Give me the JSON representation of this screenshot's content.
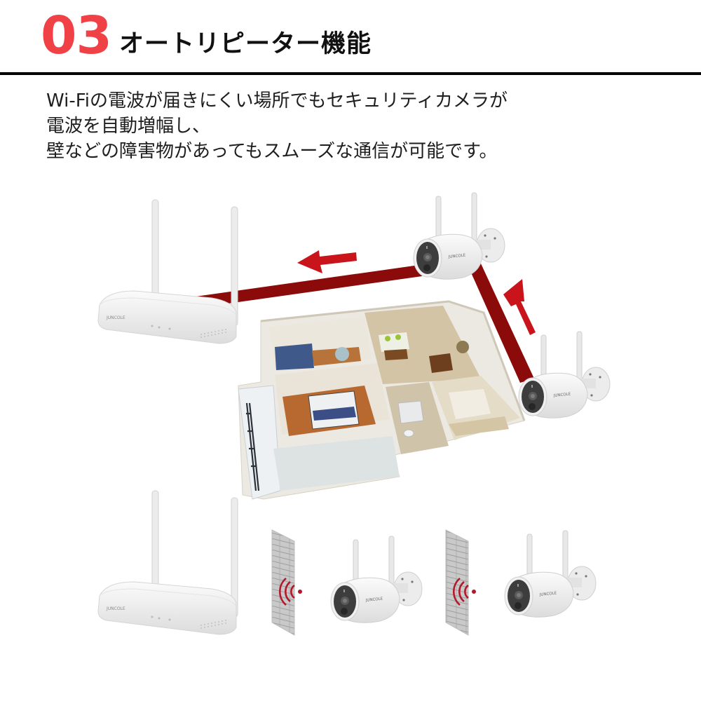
{
  "header": {
    "section_number": "03",
    "title": "オートリピーター機能"
  },
  "description": {
    "lines": [
      "Wi-Fiの電波が届きにくい場所でもセキュリティカメラが",
      "電波を自動増幅し、",
      "壁などの障害物があってもスムーズな通信が可能です。"
    ]
  },
  "illustration": {
    "top_scene": {
      "devices": [
        "nvr-router",
        "camera-repeater",
        "camera-far"
      ],
      "brand_label": "JUNCOLE",
      "signal_path_color": "#8b0a0a",
      "arrow_color": "#c8141a",
      "arrows": [
        "arrow-left-to-router",
        "arrow-up-to-repeater"
      ]
    },
    "bottom_scene": {
      "devices": [
        "nvr-router",
        "brick-wall",
        "camera",
        "brick-wall",
        "camera"
      ],
      "signal_icon_color": "#b01a2c"
    }
  },
  "colors": {
    "accent_red": "#f04246",
    "divider": "#000000",
    "signal_band": "#8b0a0a",
    "arrow_red": "#c8141a"
  }
}
